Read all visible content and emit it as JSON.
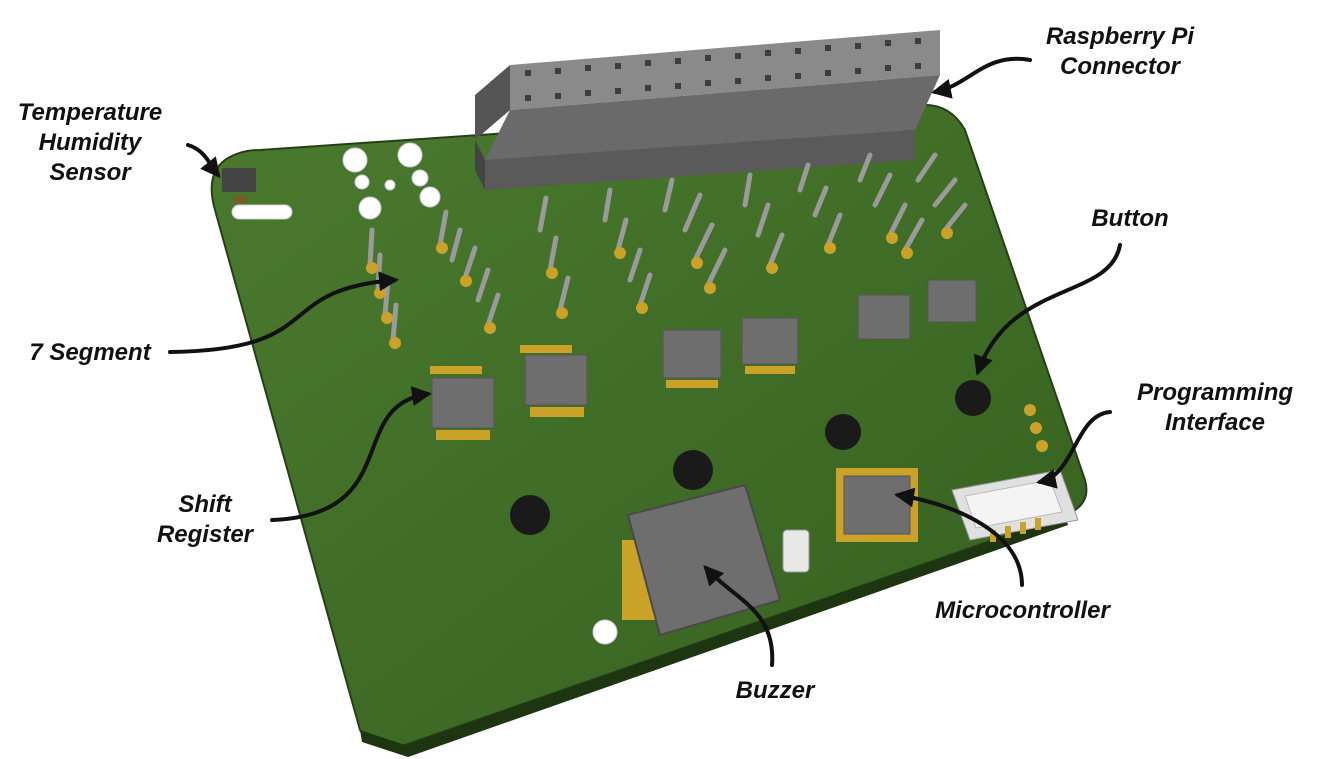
{
  "labels": {
    "raspberry_pi_connector": [
      "Raspberry Pi",
      "Connector"
    ],
    "temperature_humidity_sensor": [
      "Temperature",
      "Humidity",
      "Sensor"
    ],
    "button": "Button",
    "seven_segment": "7 Segment",
    "programming_interface": [
      "Programming",
      "Interface"
    ],
    "shift_register": [
      "Shift",
      "Register"
    ],
    "microcontroller": "Microcontroller",
    "buzzer": "Buzzer"
  },
  "colors": {
    "pcb": "#3f6b26",
    "pcb_dark": "#2c4d1a",
    "chip": "#6e6e6e",
    "gold": "#c9a227",
    "header": "#5a5a5a",
    "arrow": "#111111"
  }
}
